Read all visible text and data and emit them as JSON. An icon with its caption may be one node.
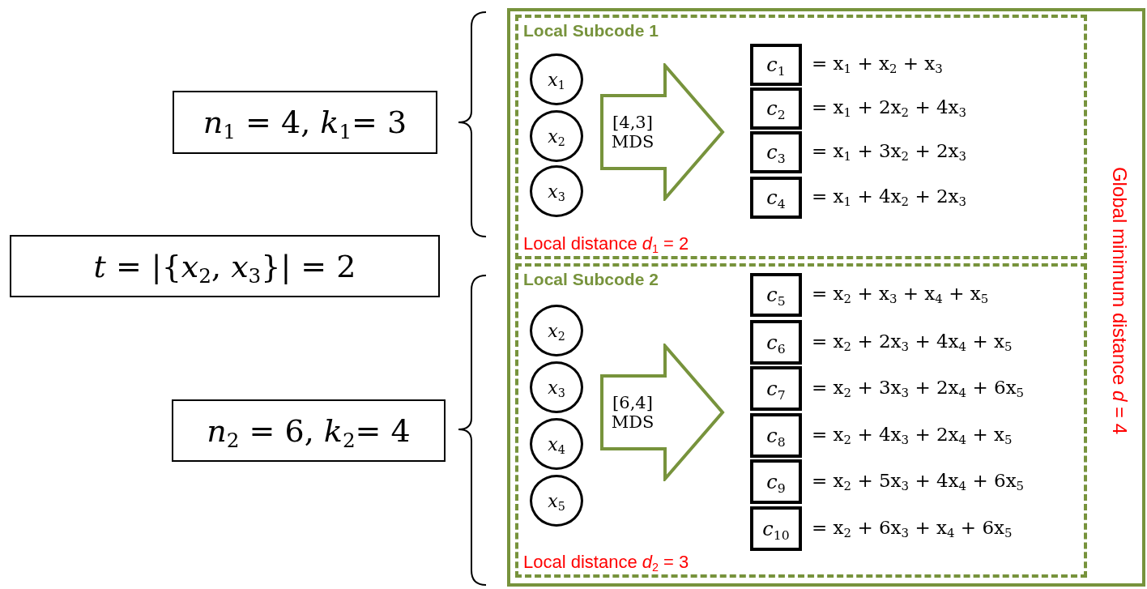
{
  "diagram": {
    "nodes": [
      {
        "text": [
          "Global minimum distance *d* = 4"
        ]
      },
      {
        "text": [
          "Local Subcode 1",
          "Local distance *d*$_{1}$ = 2"
        ],
        "in": 0
      },
      {
        "text": [
          "*x*$_{1}$"
        ],
        "in": 1
      },
      {
        "text": [
          "*x*$_{2}$"
        ],
        "in": 1
      },
      {
        "text": [
          "*x*$_{3}$"
        ],
        "in": 1
      },
      {
        "text": [
          "[4,3] MDS"
        ],
        "in": 1
      },
      {
        "text": [
          "*c*$_{1}$"
        ],
        "in": 1,
        "beside": [
          "= x$_{1}$ + x$_{2}$ + x$_{3}$"
        ]
      },
      {
        "text": [
          "*c*$_{2}$"
        ],
        "in": 1,
        "beside": [
          "= x$_{1}$ + 2x$_{2}$ + 4x$_{3}$"
        ]
      },
      {
        "text": [
          "*c*$_{3}$"
        ],
        "in": 1,
        "beside": [
          "= x$_{1}$ + 3x$_{2}$ + 2x$_{3}$"
        ]
      },
      {
        "text": [
          "*c*$_{4}$"
        ],
        "in": 1,
        "beside": [
          "= x$_{1}$ + 4x$_{2}$ + 2x$_{3}$"
        ]
      },
      {
        "text": [
          "Local Subcode 2",
          "Local distance *d*$_{2}$ = 3"
        ],
        "in": 0
      },
      {
        "text": [
          "*x*$_{2}$"
        ],
        "in": 10
      },
      {
        "text": [
          "*x*$_{3}$"
        ],
        "in": 10
      },
      {
        "text": [
          "*x*$_{4}$"
        ],
        "in": 10
      },
      {
        "text": [
          "*x*$_{5}$"
        ],
        "in": 10
      },
      {
        "text": [
          "[6,4] MDS"
        ],
        "in": 10
      },
      {
        "text": [
          "*c*$_{5}$"
        ],
        "in": 10,
        "beside": [
          "= x$_{2}$ + x$_{3}$ + x$_{4}$ + x$_{5}$"
        ]
      },
      {
        "text": [
          "*c*$_{6}$"
        ],
        "in": 10,
        "beside": [
          "= x$_{2}$ + 2x$_{3}$ + 4x$_{4}$ + x$_{5}$"
        ]
      },
      {
        "text": [
          "*c*$_{7}$"
        ],
        "in": 10,
        "beside": [
          "= x$_{2}$ + 3x$_{3}$ + 2x$_{4}$ + 6x$_{5}$"
        ]
      },
      {
        "text": [
          "*c*$_{8}$"
        ],
        "in": 10,
        "beside": [
          "= x$_{2}$ + 4x$_{3}$ + 2x$_{4}$ + x$_{5}$"
        ]
      },
      {
        "text": [
          "*c*$_{9}$"
        ],
        "in": 10,
        "beside": [
          "= x$_{2}$ + 5x$_{3}$ + 4x$_{4}$ + 6x$_{5}$"
        ]
      },
      {
        "text": [
          "*c*$_{10}$"
        ],
        "in": 10,
        "beside": [
          "= x$_{2}$ + 6x$_{3}$ + x$_{4}$ + 6x$_{5}$"
        ]
      },
      {
        "text": [
          "*n*$_{1}$ = 4, *k*$_{1}$= 3"
        ]
      },
      {
        "text": [
          "*t* = |{*x*$_{2}$, *x*$_{3}$}| = 2"
        ]
      },
      {
        "text": [
          "*n*$_{2}$ = 6, *k*$_{2}$= 4"
        ]
      }
    ]
  }
}
